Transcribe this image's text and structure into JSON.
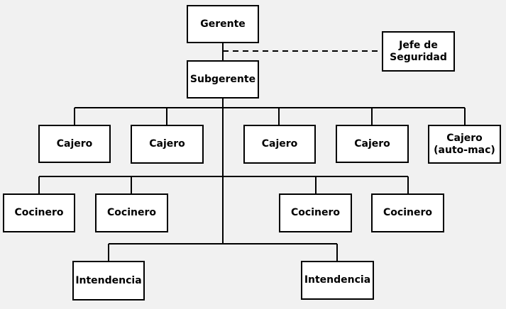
{
  "diagram": {
    "nodes": {
      "gerente": "Gerente",
      "jefe_seguridad": "Jefe de\nSeguridad",
      "subgerente": "Subgerente",
      "cajero_1": "Cajero",
      "cajero_2": "Cajero",
      "cajero_3": "Cajero",
      "cajero_4": "Cajero",
      "cajero_automac": "Cajero\n(auto-mac)",
      "cocinero_1": "Cocinero",
      "cocinero_2": "Cocinero",
      "cocinero_3": "Cocinero",
      "cocinero_4": "Cocinero",
      "intendencia_1": "Intendencia",
      "intendencia_2": "Intendencia"
    },
    "edges": [
      {
        "from": "gerente",
        "to": "subgerente",
        "style": "solid"
      },
      {
        "from": "gerente",
        "to": "jefe_seguridad",
        "style": "dashed"
      },
      {
        "from": "subgerente",
        "to": "cajero_1",
        "style": "solid"
      },
      {
        "from": "subgerente",
        "to": "cajero_2",
        "style": "solid"
      },
      {
        "from": "subgerente",
        "to": "cajero_3",
        "style": "solid"
      },
      {
        "from": "subgerente",
        "to": "cajero_4",
        "style": "solid"
      },
      {
        "from": "subgerente",
        "to": "cajero_automac",
        "style": "solid"
      },
      {
        "from": "subgerente",
        "to": "cocinero_1",
        "style": "solid"
      },
      {
        "from": "subgerente",
        "to": "cocinero_2",
        "style": "solid"
      },
      {
        "from": "subgerente",
        "to": "cocinero_3",
        "style": "solid"
      },
      {
        "from": "subgerente",
        "to": "cocinero_4",
        "style": "solid"
      },
      {
        "from": "subgerente",
        "to": "intendencia_1",
        "style": "solid"
      },
      {
        "from": "subgerente",
        "to": "intendencia_2",
        "style": "solid"
      }
    ]
  }
}
